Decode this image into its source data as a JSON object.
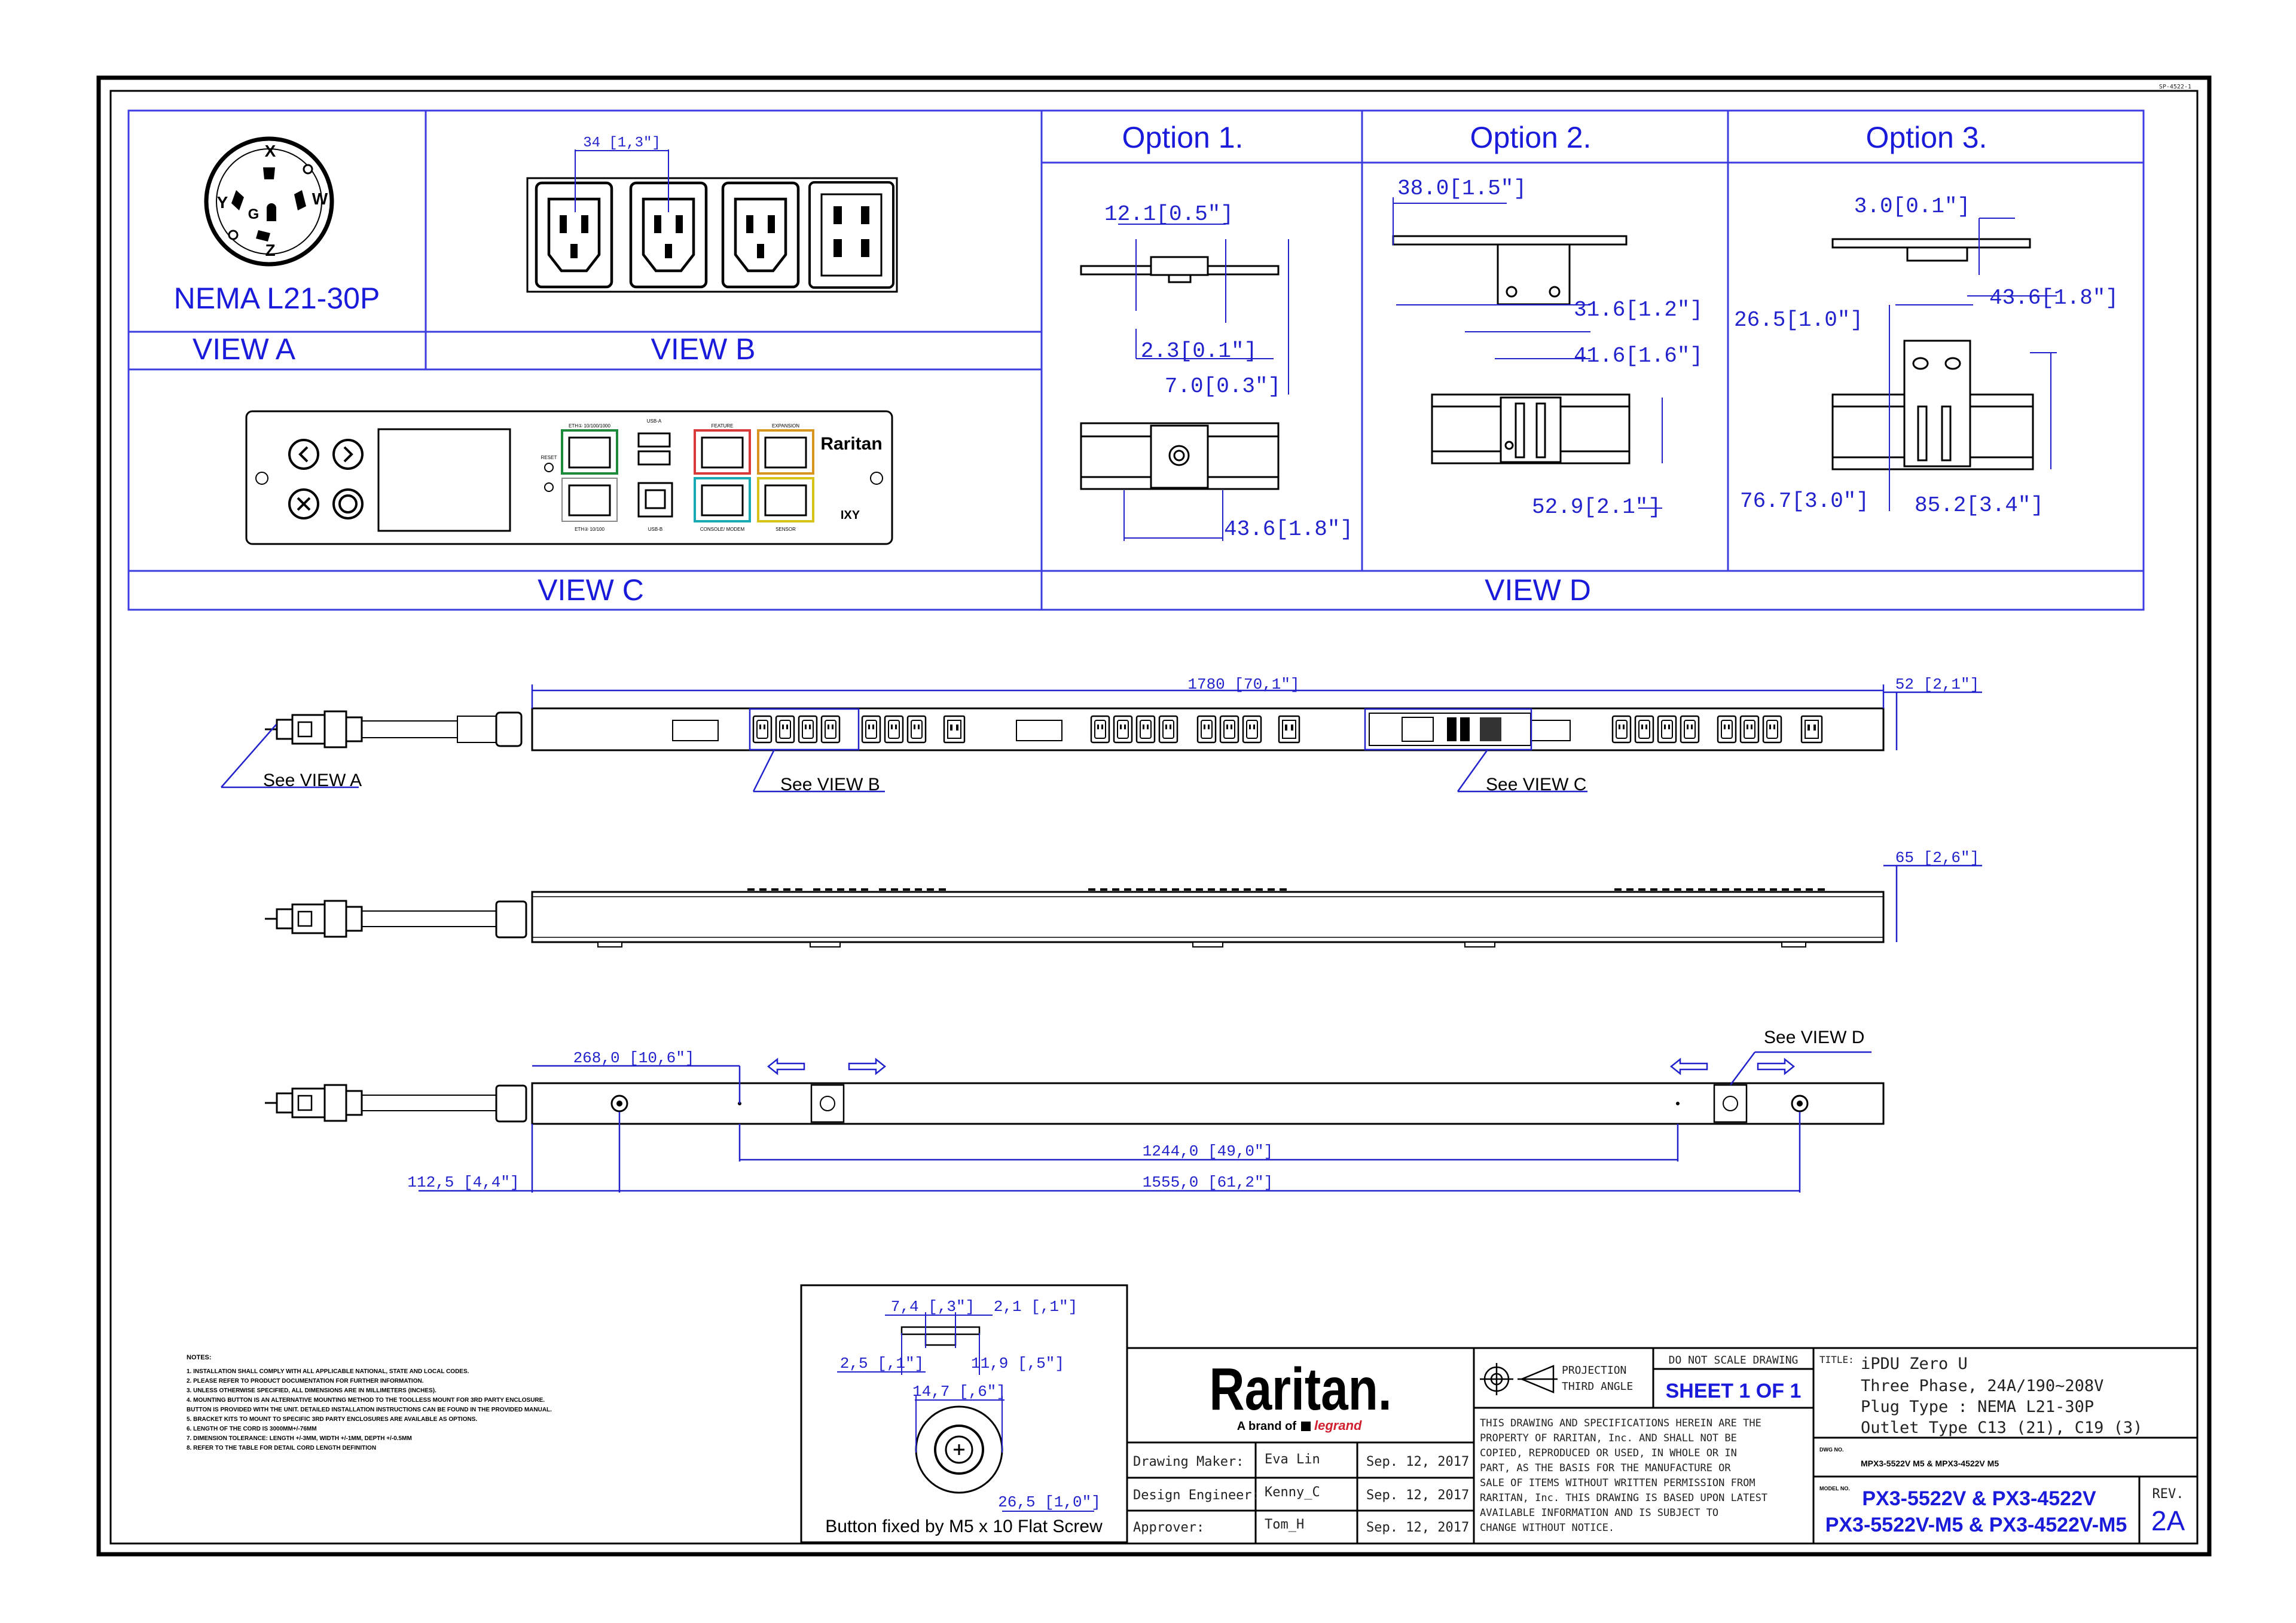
{
  "sheet_corner_text": "SP-4522-1",
  "view_a": {
    "plug_name": "NEMA L21-30P",
    "label": "VIEW A",
    "pins": [
      "X",
      "Y",
      "Z",
      "W",
      "G"
    ]
  },
  "view_b": {
    "label": "VIEW B",
    "dim_pitch": "34 [1,3\"]"
  },
  "view_c": {
    "label": "VIEW C",
    "port_labels": [
      "ETH① 10/100/1000",
      "USB-A",
      "FEATURE",
      "EXPANSION",
      "RESET",
      "ETH② 10/100",
      "USB-B",
      "CONSOLE/ MODEM",
      "SENSOR"
    ],
    "brand": "Raritan",
    "badge": "IXY"
  },
  "view_d": {
    "label": "VIEW D"
  },
  "option1": {
    "title": "Option 1.",
    "dims": [
      "12.1[0.5\"]",
      "2.3[0.1\"]",
      "7.0[0.3\"]",
      "43.6[1.8\"]"
    ]
  },
  "option2": {
    "title": "Option  2.",
    "dims": [
      "38.0[1.5\"]",
      "31.6[1.2\"]",
      "41.6[1.6\"]",
      "52.9[2.1\"]"
    ]
  },
  "option3": {
    "title": "Option 3.",
    "dims": [
      "3.0[0.1\"]",
      "43.6[1.8\"]",
      "26.5[1.0\"]",
      "76.7[3.0\"]",
      "85.2[3.4\"]"
    ]
  },
  "front_view": {
    "length_dim": "1780  [70,1\"]",
    "width_dim": "52  [2,1\"]",
    "callouts": [
      "See VIEW A",
      "See VIEW B",
      "See VIEW C"
    ]
  },
  "side_view": {
    "depth_dim": "65  [2,6\"]"
  },
  "back_view": {
    "callout": "See VIEW D",
    "dims": [
      "268,0  [10,6\"]",
      "1244,0  [49,0\"]",
      "112,5  [4,4\"]",
      "1555,0  [61,2\"]"
    ]
  },
  "button_detail": {
    "dims": [
      "7,4  [,3\"]",
      "2,1  [,1\"]",
      "2,5  [,1\"]",
      "11,9  [,5\"]",
      "14,7  [,6\"]",
      "26,5  [1,0\"]"
    ],
    "caption": "Button fixed by M5 x 10 Flat Screw"
  },
  "notes": {
    "heading": "NOTES:",
    "items": [
      "1. INSTALLATION SHALL COMPLY WITH ALL APPLICABLE NATIONAL, STATE AND LOCAL CODES.",
      "2. PLEASE REFER TO PRODUCT DOCUMENTATION FOR FURTHER INFORMATION.",
      "3. UNLESS OTHERWISE SPECIFIED, ALL DIMENSIONS ARE IN MILLIMETERS (INCHES).",
      "4. MOUNTING BUTTON IS AN ALTERNATIVE MOUNTING METHOD TO THE TOOLLESS MOUNT FOR 3RD PARTY ENCLOSURE.",
      "   BUTTON IS PROVIDED WITH THE UNIT. DETAILED INSTALLATION INSTRUCTIONS CAN BE FOUND IN THE PROVIDED MANUAL.",
      "5. BRACKET KITS TO MOUNT TO SPECIFIC 3RD PARTY ENCLOSURES ARE AVAILABLE AS OPTIONS.",
      "6. LENGTH OF THE CORD IS 3000MM+/-76MM",
      "7. DIMENSION TOLERANCE: LENGTH +/-3MM, WIDTH +/-1MM, DEPTH +/-0.5MM",
      "8. REFER TO THE TABLE FOR DETAIL CORD LENGTH DEFINITION"
    ]
  },
  "title_block": {
    "logo": "Raritan.",
    "logo_sub_prefix": "A brand of",
    "logo_sub_brand": "legrand",
    "rows": [
      {
        "role": "Drawing Maker:",
        "name": "Eva Lin",
        "date": "Sep. 12, 2017"
      },
      {
        "role": "Design Engineer:",
        "name": "Kenny_C",
        "date": "Sep. 12, 2017"
      },
      {
        "role": "Approver:",
        "name": "Tom_H",
        "date": "Sep. 12, 2017"
      }
    ],
    "projection_line1": "PROJECTION",
    "projection_line2": "THIRD ANGLE",
    "do_not_scale": "DO NOT SCALE DRAWING",
    "sheet": "SHEET 1 OF 1",
    "disclaimer": [
      "THIS DRAWING AND SPECIFICATIONS HEREIN ARE THE",
      "PROPERTY OF RARITAN, Inc. AND SHALL NOT BE",
      "COPIED, REPRODUCED OR USED, IN WHOLE OR IN",
      "PART, AS THE BASIS FOR THE MANUFACTURE OR",
      "SALE OF ITEMS WITHOUT WRITTEN PERMISSION FROM",
      "RARITAN, Inc. THIS DRAWING IS BASED UPON LATEST",
      "AVAILABLE INFORMATION AND IS SUBJECT TO",
      "CHANGE WITHOUT NOTICE."
    ],
    "title_label": "TITLE:",
    "title_lines": [
      "iPDU Zero U",
      "Three Phase, 24A/190~208V",
      "Plug Type : NEMA L21-30P",
      "Outlet Type C13 (21), C19 (3)"
    ],
    "dwg_label": "DWG NO.",
    "dwg_no": "MPX3-5522V M5 & MPX3-4522V M5",
    "model_label": "MODEL NO.",
    "model_line1": "PX3-5522V & PX3-4522V",
    "model_line2": "PX3-5522V-M5 & PX3-4522V-M5",
    "rev_label": "REV.",
    "rev": "2A"
  }
}
